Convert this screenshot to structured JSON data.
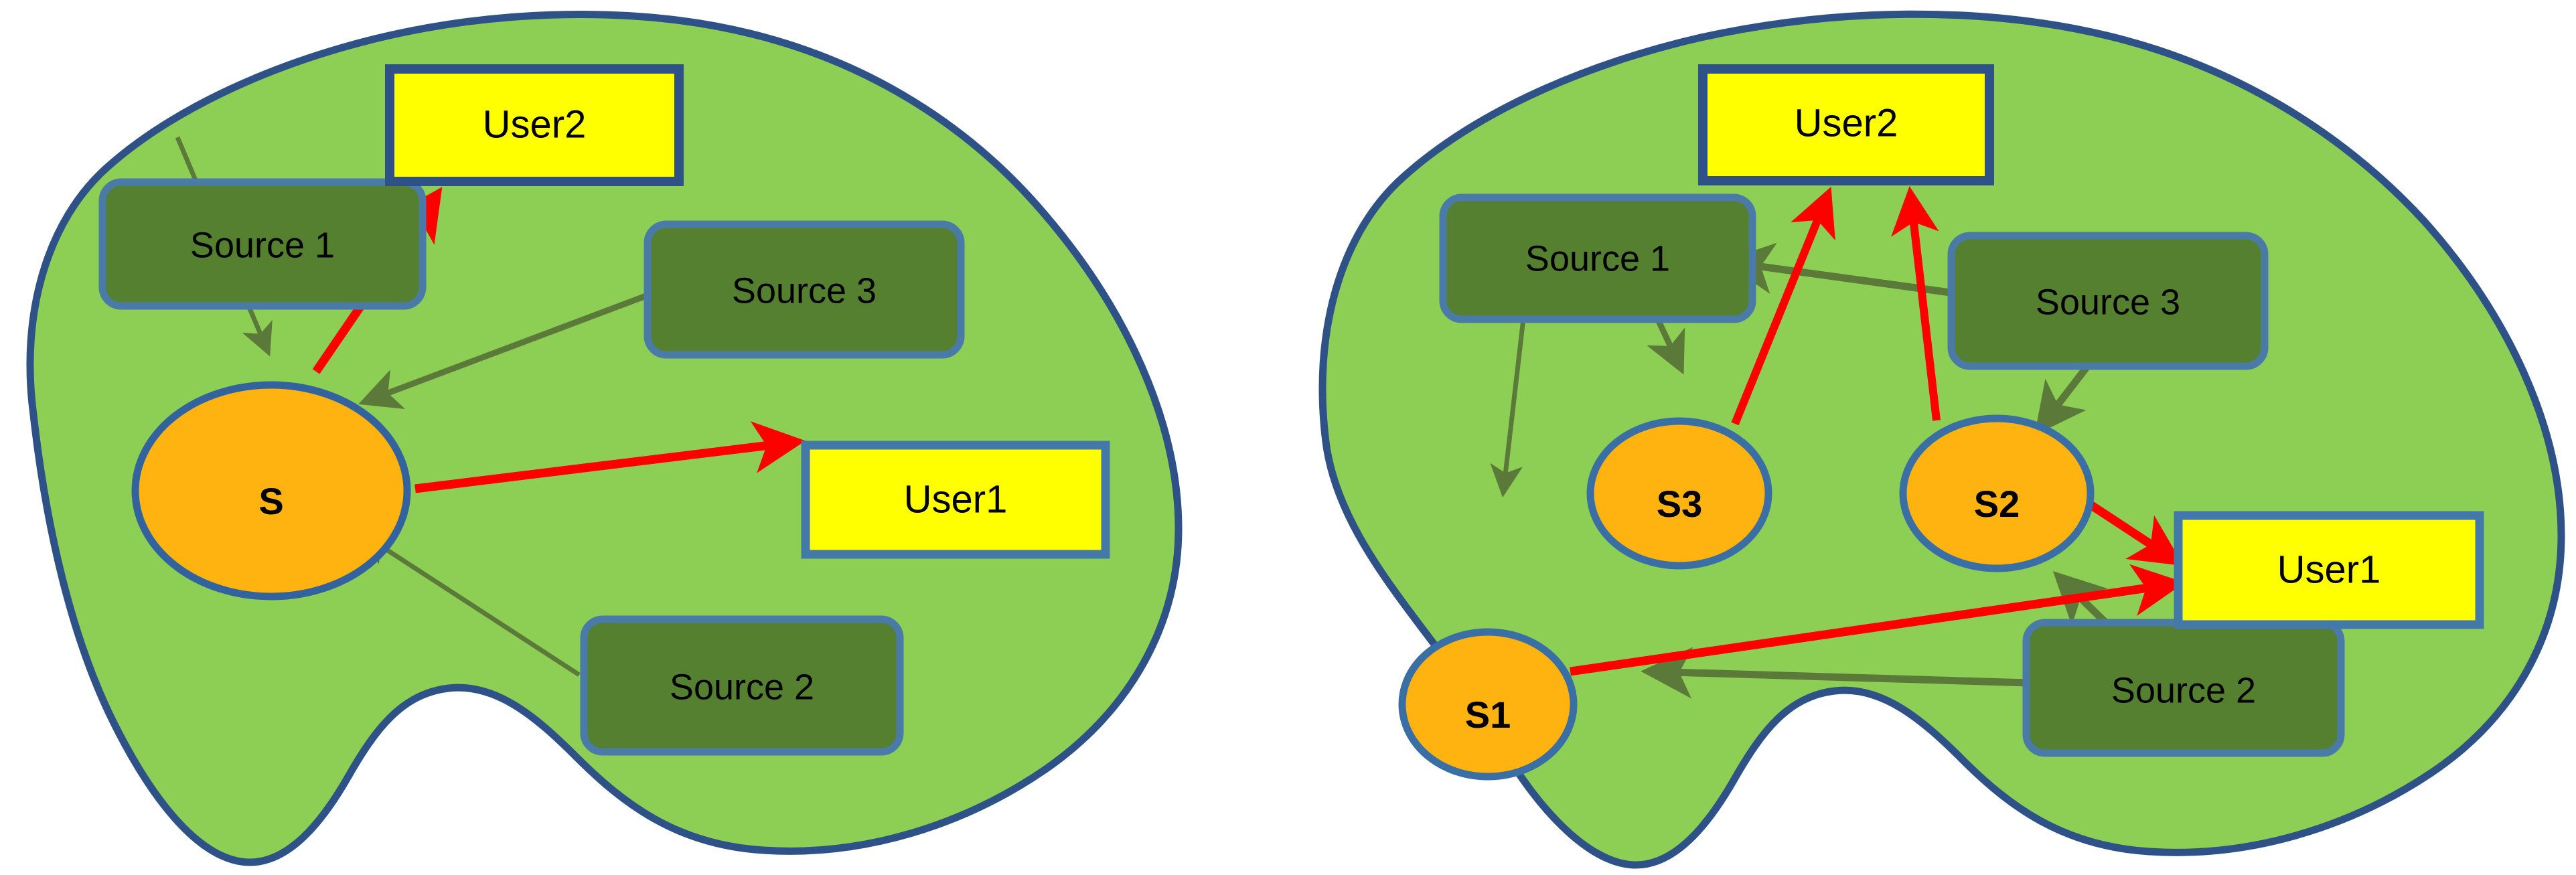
{
  "figure": {
    "type": "diagram",
    "description": "Two network/service diagrams side by side inside green blob regions",
    "background_color": "#FFFFFF"
  },
  "palette": {
    "blob_fill": "#8DCE54",
    "blob_stroke": "#2E5288",
    "source_fill": "#55802F",
    "source_stroke": "#4A7BA8",
    "ellipse_fill": "#FFB310",
    "ellipse_stroke": "#3A6FA5",
    "user_fill": "#FFFF00",
    "user_stroke_dark": "#2E5288",
    "user_stroke_light": "#4279A8",
    "green_arrow": "#5B7A3A",
    "red_arrow": "#FF0000",
    "text_color": "#000000"
  },
  "panels": [
    {
      "id": "left-panel",
      "name": "single-service-diagram",
      "nodes": {
        "sources": [
          {
            "id": "src1",
            "label": "Source 1"
          },
          {
            "id": "src2",
            "label": "Source 2"
          },
          {
            "id": "src3",
            "label": "Source 3"
          }
        ],
        "services": [
          {
            "id": "s",
            "label": "S"
          }
        ],
        "users": [
          {
            "id": "user1",
            "label": "User1"
          },
          {
            "id": "user2",
            "label": "User2"
          }
        ]
      },
      "edges": [
        {
          "from": "Source 1",
          "to": "S",
          "color": "green"
        },
        {
          "from": "Source 3",
          "to": "S",
          "color": "green"
        },
        {
          "from": "Source 2",
          "to": "S",
          "color": "green"
        },
        {
          "from": "S",
          "to": "User2",
          "color": "red"
        },
        {
          "from": "S",
          "to": "User1",
          "color": "red"
        }
      ]
    },
    {
      "id": "right-panel",
      "name": "multi-service-diagram",
      "nodes": {
        "sources": [
          {
            "id": "src1",
            "label": "Source 1"
          },
          {
            "id": "src2",
            "label": "Source 2"
          },
          {
            "id": "src3",
            "label": "Source 3"
          }
        ],
        "services": [
          {
            "id": "s1",
            "label": "S1"
          },
          {
            "id": "s2",
            "label": "S2"
          },
          {
            "id": "s3",
            "label": "S3"
          }
        ],
        "users": [
          {
            "id": "user1",
            "label": "User1"
          },
          {
            "id": "user2",
            "label": "User2"
          }
        ]
      },
      "edges": [
        {
          "from": "Source 1",
          "to": "S1",
          "color": "green"
        },
        {
          "from": "Source 1",
          "to": "S3",
          "color": "green"
        },
        {
          "from": "Source 3",
          "to": "Source 1",
          "color": "green"
        },
        {
          "from": "Source 3",
          "to": "S2",
          "color": "green"
        },
        {
          "from": "Source 2",
          "to": "S1",
          "color": "green"
        },
        {
          "from": "Source 2",
          "to": "User1",
          "color": "green"
        },
        {
          "from": "S3",
          "to": "User2",
          "color": "red"
        },
        {
          "from": "S2",
          "to": "User2",
          "color": "red"
        },
        {
          "from": "S2",
          "to": "User1",
          "color": "red"
        },
        {
          "from": "S1",
          "to": "User1",
          "color": "red"
        }
      ]
    }
  ]
}
